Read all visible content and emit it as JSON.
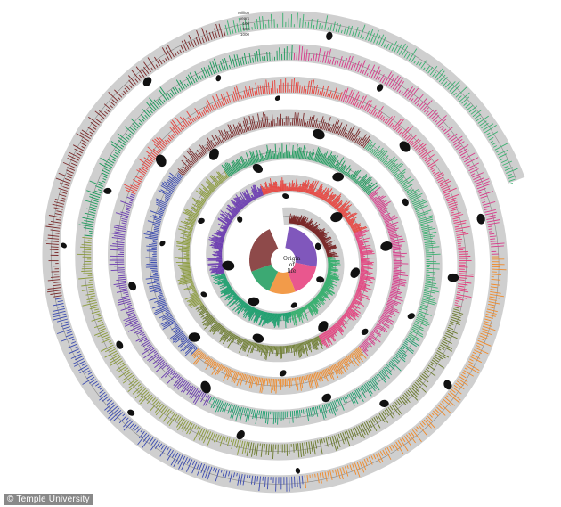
{
  "credit": "© Temple University",
  "center_label": [
    "Origin",
    "of",
    "life"
  ],
  "scale_key": [
    "Million",
    "years",
    "100",
    "500",
    "1000"
  ],
  "palette": [
    "#7a2a2a",
    "#e53a7a",
    "#f08a2a",
    "#6a3ab0",
    "#1a9a5a",
    "#3ab070",
    "#6a7a2a",
    "#3a4ab0",
    "#e8403a",
    "#d83a8a",
    "#20a070",
    "#8a9a3a"
  ],
  "silhouette_icons": [
    "bird-icon",
    "fish-icon",
    "mammal-icon",
    "insect-icon",
    "lizard-icon",
    "plant-icon",
    "snake-icon",
    "frog-icon",
    "spider-icon",
    "crab-icon",
    "flower-icon",
    "shell-icon"
  ]
}
